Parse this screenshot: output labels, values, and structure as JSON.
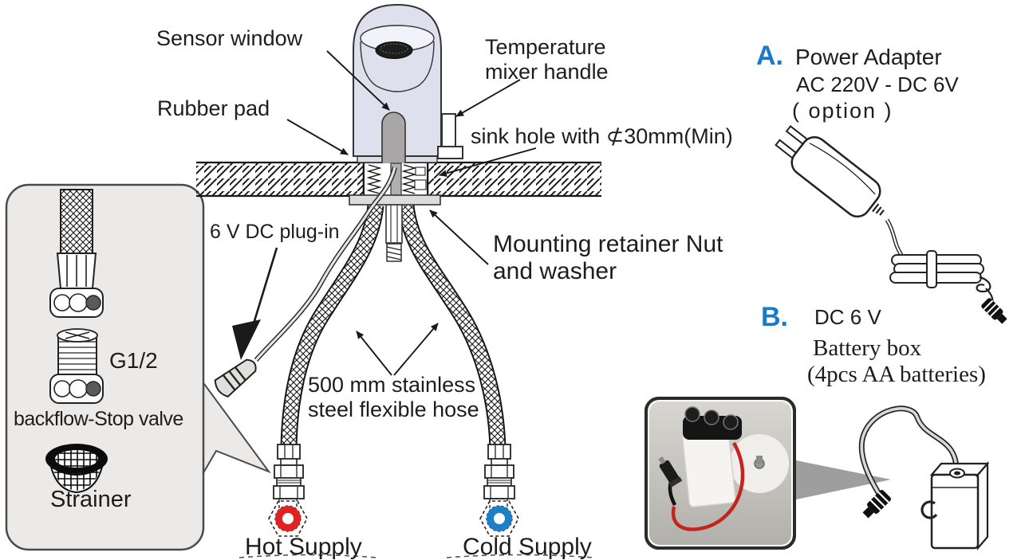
{
  "diagram": {
    "labels": {
      "sensor_window": "Sensor window",
      "temperature_mixer_handle": "Temperature mixer handle",
      "rubber_pad": "Rubber pad",
      "sink_hole": "sink hole with ⊄30mm(Min)",
      "mounting_retainer": "Mounting retainer Nut and washer",
      "dc_plug_in": "6 V DC plug-in",
      "flexible_hose": "500 mm stainless steel flexible hose",
      "hot_supply": "Hot Supply",
      "cold_supply": "Cold Supply"
    },
    "callout_box": {
      "g_size": "G1/2",
      "backflow_valve": "backflow-Stop valve",
      "strainer": "Strainer"
    },
    "power_options": {
      "a": {
        "letter": "A.",
        "title": "Power Adapter",
        "spec": "AC 220V - DC 6V",
        "note": "( option )"
      },
      "b": {
        "letter": "B.",
        "title": "DC 6 V",
        "line1": "Battery box",
        "line2": "(4pcs AA batteries)"
      }
    },
    "colors": {
      "accent_blue": "#1a7ac9",
      "hot_supply_red": "#e02320",
      "cold_supply_blue": "#1d80c6",
      "faucet_body": "#dfe0ee",
      "sensor_window_gray": "#a8a6a6",
      "callout_background": "#eceae8"
    }
  }
}
